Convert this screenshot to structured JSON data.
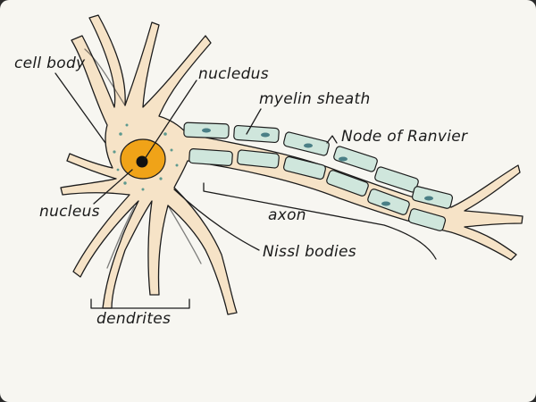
{
  "labels": {
    "cell_body": "cell body",
    "nucleolus": "nucledus",
    "myelin_sheath": "myelin sheath",
    "node_of_ranvier": "Node of Ranvier",
    "nucleus": "nucleus",
    "axon": "axon",
    "nissl_bodies": "Nissl bodies",
    "dendrites": "dendrites"
  },
  "colors": {
    "background": "#f7f6f1",
    "cytoplasm": "#f6e3c7",
    "nucleus": "#f0a318",
    "nucleolus": "#111111",
    "myelin": "#cfe6dc",
    "schwann_nucleus": "#4a7f86"
  }
}
